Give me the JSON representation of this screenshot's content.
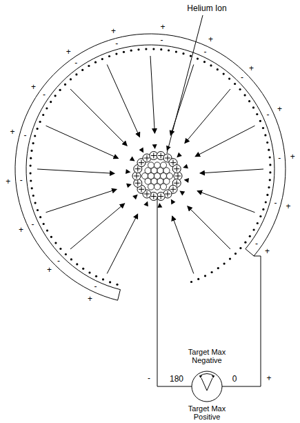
{
  "diagram": {
    "labels": [
      "Helium Ion",
      "Target Max Negative",
      "Target Max Positive",
      "180",
      "0",
      "-",
      "+",
      "+",
      "+",
      "+",
      "+",
      "+",
      "+",
      "+",
      "+",
      "+",
      "+",
      "+",
      "+",
      "+",
      "+",
      "+",
      "-",
      "-",
      "-",
      "-",
      "-",
      "-",
      "-",
      "-",
      "-",
      "-",
      "-",
      "-",
      "-",
      "-",
      "-"
    ]
  }
}
